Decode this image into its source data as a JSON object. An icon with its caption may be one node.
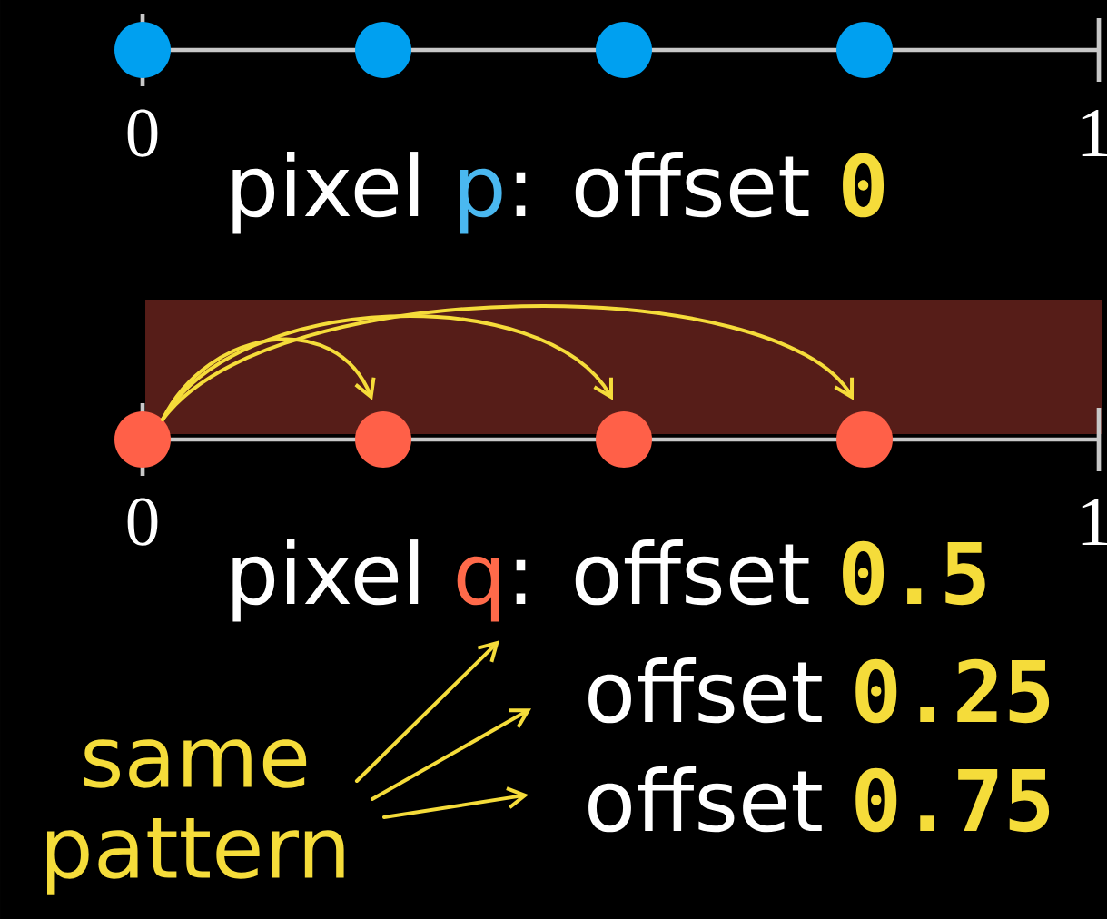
{
  "diagram": {
    "nodes": [
      {
        "text": [],
        "shape": "circle"
      },
      {
        "text": [],
        "shape": "circle"
      },
      {
        "text": [],
        "shape": "circle"
      },
      {
        "text": [],
        "shape": "circle"
      },
      {
        "text": [],
        "shape": "circle"
      },
      {
        "text": [],
        "shape": "circle"
      },
      {
        "text": [],
        "shape": "circle"
      },
      {
        "text": [],
        "shape": "circle"
      },
      {
        "text": [
          "same pattern"
        ]
      },
      {
        "text": [
          "pixel",
          "q",
          ": offset",
          "0.5"
        ]
      },
      {
        "text": [
          "offset",
          "0.25"
        ]
      },
      {
        "text": [
          "offset",
          "0.75"
        ]
      }
    ],
    "edges": [
      {
        "from": 4,
        "to": 5,
        "arrow": "to"
      },
      {
        "from": 4,
        "to": 6,
        "arrow": "to"
      },
      {
        "from": 4,
        "to": 7,
        "arrow": "to"
      },
      {
        "from": 8,
        "to": 9,
        "arrow": "to"
      },
      {
        "from": 8,
        "to": 10,
        "arrow": "to"
      },
      {
        "from": 8,
        "to": 11,
        "arrow": "to"
      }
    ],
    "labels": [
      "0",
      "1",
      "pixel",
      "p",
      ": offset",
      "0",
      "0",
      "1"
    ]
  }
}
